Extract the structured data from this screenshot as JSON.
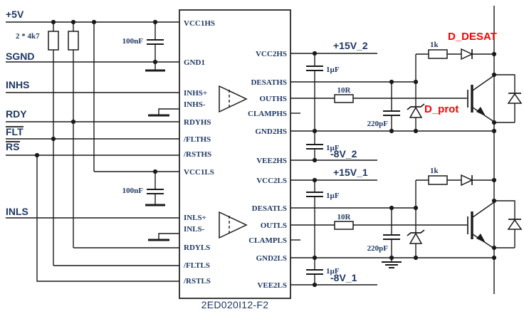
{
  "colors": {
    "wire": "#1a1a1a",
    "label": "#1f3864",
    "red_label": "#fe0000",
    "background": "#ffffff"
  },
  "ic": {
    "part_number": "2ED020I12-F2",
    "left_pins": [
      "VCC1HS",
      "GND1",
      "INHS+",
      "INHS-",
      "RDYHS",
      "/FLTHS",
      "/RSTHS",
      "VCC1LS",
      "INLS+",
      "INLS-",
      "RDYLS",
      "/FLTLS",
      "/RSTLS"
    ],
    "right_pins": [
      "VCC2HS",
      "DESATHS",
      "OUTHS",
      "CLAMPHS",
      "GND2HS",
      "VEE2HS",
      "VCC2LS",
      "DESATLS",
      "OUTLS",
      "CLAMPLS",
      "GND2LS",
      "VEE2LS"
    ]
  },
  "nets": {
    "left": [
      "+5V",
      "SGND",
      "INHS",
      "RDY",
      "FLT",
      "RS",
      "INLS"
    ],
    "right": [
      "+15V_2",
      "-8V_2",
      "+15V_1",
      "-8V_1"
    ]
  },
  "values": {
    "pullup": "2 * 4k7",
    "cap100": "100nF",
    "cap1u": "1µF",
    "res10": "10R",
    "cap220": "220pF",
    "res1k": "1k"
  },
  "highlight_labels": {
    "d_desat": "D_DESAT",
    "d_prot": "D_prot"
  }
}
